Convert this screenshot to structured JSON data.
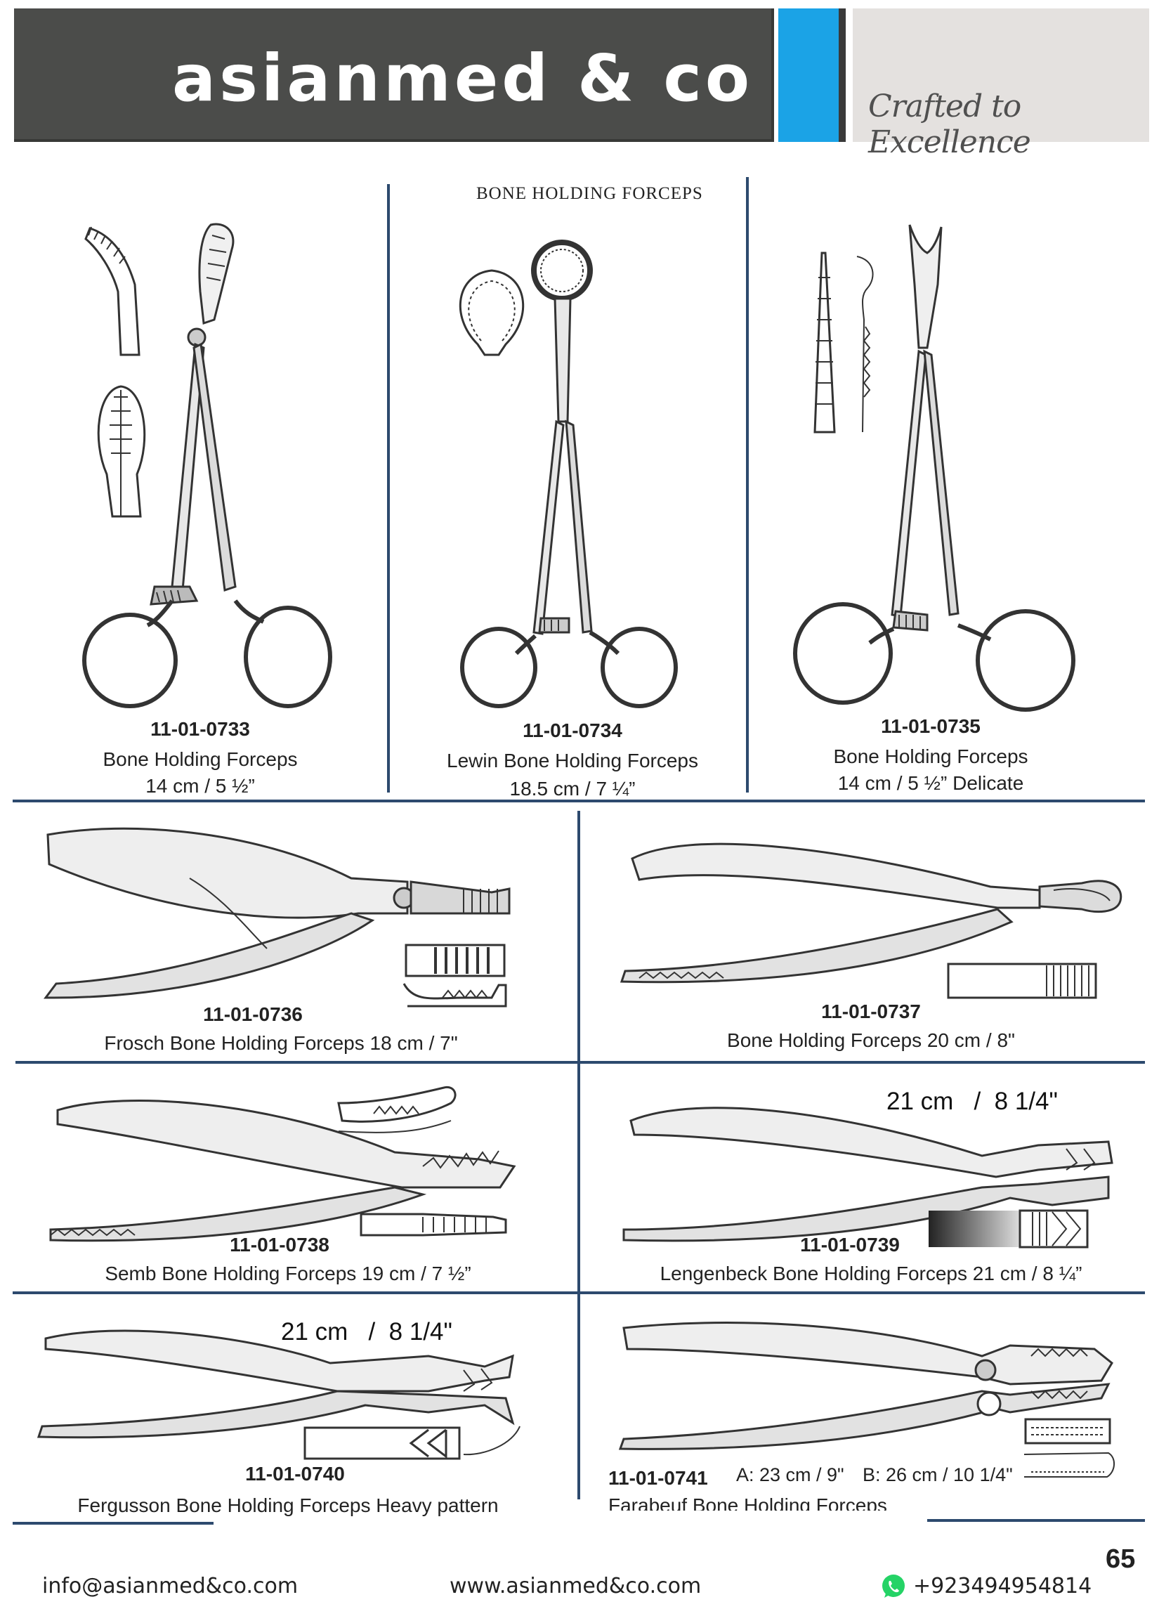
{
  "header": {
    "brand": "asianmed & co",
    "tagline": "Crafted to Excellence"
  },
  "section_title": "BONE HOLDING FORCEPS",
  "products": [
    {
      "code": "11-01-0733",
      "name": "Bone Holding Forceps",
      "size": "14 cm / 5 ½”"
    },
    {
      "code": "11-01-0734",
      "name": "Lewin Bone Holding Forceps",
      "size": "18.5 cm / 7 ¼”"
    },
    {
      "code": "11-01-0735",
      "name": "Bone Holding Forceps",
      "size": "14 cm / 5 ½” Delicate"
    },
    {
      "code": "11-01-0736",
      "name": "Frosch Bone Holding Forceps 18 cm / 7\""
    },
    {
      "code": "11-01-0737",
      "name": "Bone Holding Forceps 20 cm / 8\""
    },
    {
      "code": "11-01-0738",
      "name": "Semb Bone Holding Forceps 19 cm / 7 ½”"
    },
    {
      "code": "11-01-0739",
      "name": "Lengenbeck Bone Holding Forceps 21 cm / 8 ¼”",
      "size_label": "21 cm   /  8 1/4\""
    },
    {
      "code": "11-01-0740",
      "name": "Fergusson Bone Holding Forceps Heavy pattern",
      "size_label": "21 cm   /  8 1/4\""
    },
    {
      "code": "11-01-0741",
      "name": "Farabeuf Bone Holding Forceps",
      "size_a": "A: 23 cm / 9\"",
      "size_b": "B: 26 cm / 10 1/4\""
    }
  ],
  "footer": {
    "page_number": "65",
    "email": "info@asianmed&co.com",
    "website": "www.asianmed&co.com",
    "phone": "+923494954814"
  },
  "colors": {
    "header_dark": "#4b4c4a",
    "header_blue": "#1ba3e6",
    "header_grey": "#e4e1df",
    "rule": "#2d4a6e"
  },
  "icons": [
    "whatsapp-icon"
  ]
}
